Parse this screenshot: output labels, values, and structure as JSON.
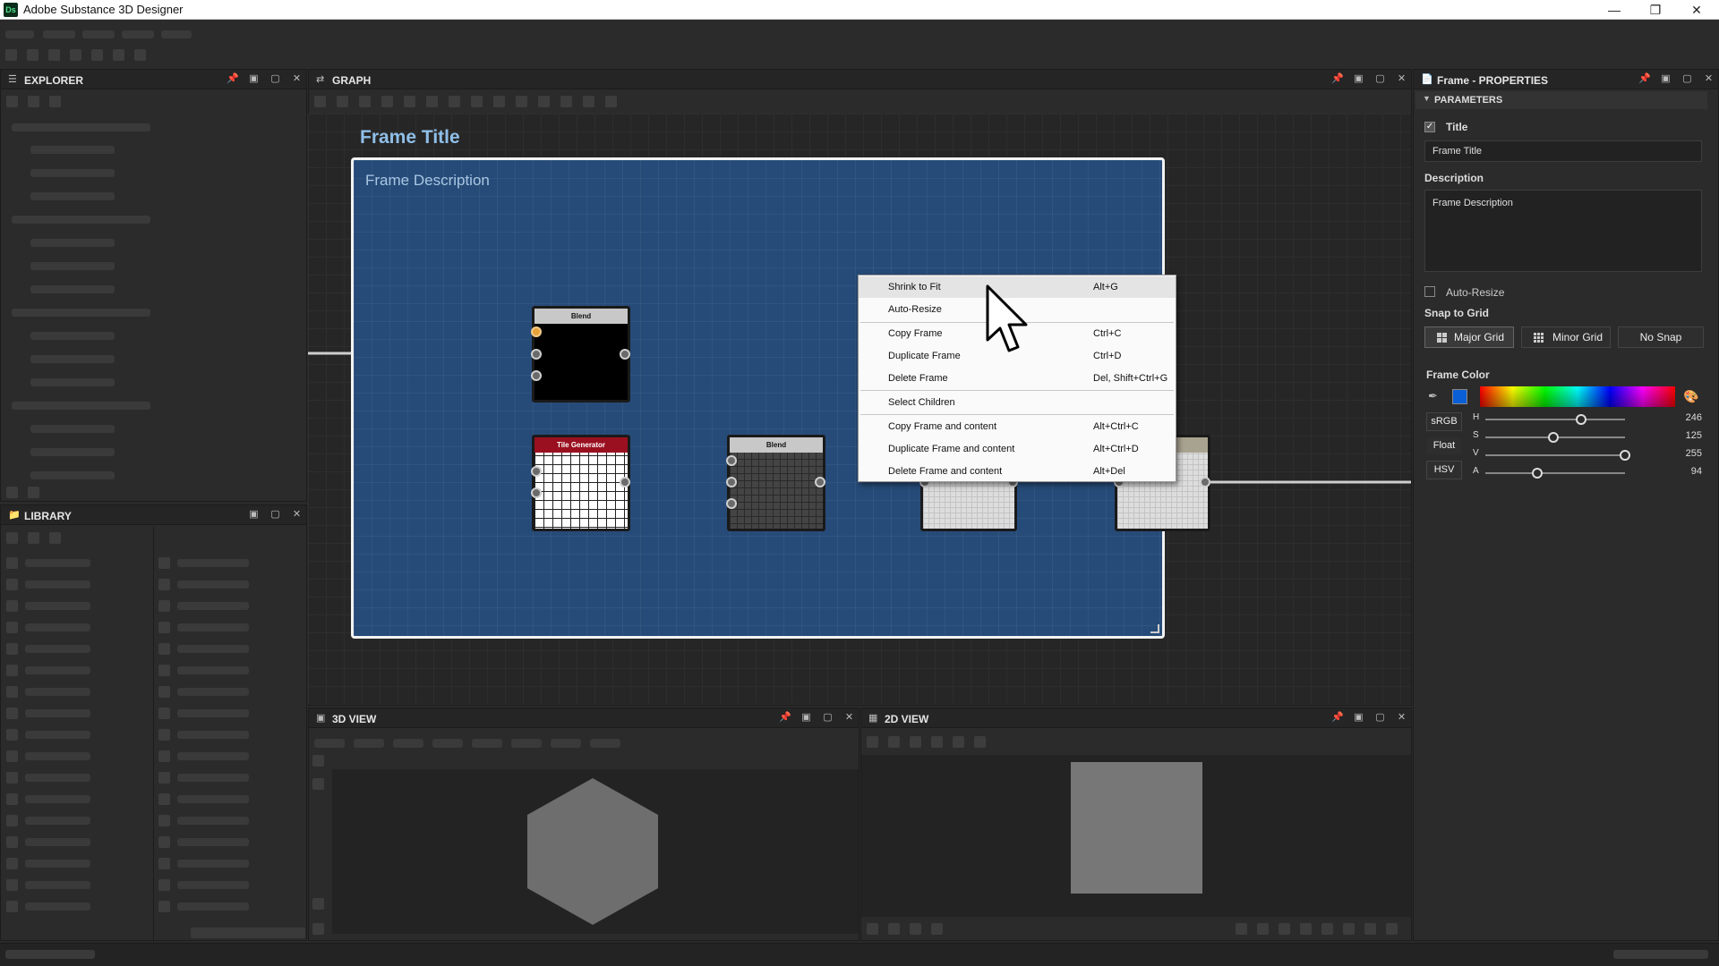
{
  "window": {
    "title": "Adobe Substance 3D Designer",
    "logo": "Ds"
  },
  "panels": {
    "explorer": "EXPLORER",
    "library": "LIBRARY",
    "graph": "GRAPH",
    "properties": "Frame - PROPERTIES",
    "view3d": "3D VIEW",
    "view2d": "2D VIEW"
  },
  "graph": {
    "frame_title": "Frame Title",
    "frame_description": "Frame Description",
    "nodes": [
      {
        "label": "Blend"
      },
      {
        "label": "Tile Generator"
      },
      {
        "label": "Blend"
      }
    ]
  },
  "context_menu": {
    "items": [
      {
        "label": "Shrink to Fit",
        "shortcut": "Alt+G"
      },
      {
        "label": "Auto-Resize",
        "shortcut": ""
      },
      {
        "label": "Copy Frame",
        "shortcut": "Ctrl+C"
      },
      {
        "label": "Duplicate Frame",
        "shortcut": "Ctrl+D"
      },
      {
        "label": "Delete Frame",
        "shortcut": "Del, Shift+Ctrl+G"
      },
      {
        "label": "Select Children",
        "shortcut": ""
      },
      {
        "label": "Copy Frame and content",
        "shortcut": "Alt+Ctrl+C"
      },
      {
        "label": "Duplicate Frame and content",
        "shortcut": "Alt+Ctrl+D"
      },
      {
        "label": "Delete Frame and content",
        "shortcut": "Alt+Del"
      }
    ]
  },
  "properties": {
    "section": "PARAMETERS",
    "title_label": "Title",
    "title_checked": true,
    "title_value": "Frame Title",
    "description_label": "Description",
    "description_value": "Frame Description",
    "auto_resize_label": "Auto-Resize",
    "auto_resize_checked": false,
    "snap_label": "Snap to Grid",
    "snap_options": [
      "Major Grid",
      "Minor Grid",
      "No Snap"
    ],
    "snap_selected": "Major Grid",
    "color_label": "Frame Color",
    "color_value": "#0a5fd6",
    "mode_buttons": [
      "sRGB",
      "Float",
      "HSV"
    ],
    "channels": [
      {
        "name": "H",
        "value": 246,
        "max": 360
      },
      {
        "name": "S",
        "value": 125,
        "max": 255
      },
      {
        "name": "V",
        "value": 255,
        "max": 255
      },
      {
        "name": "A",
        "value": 94,
        "max": 255
      }
    ]
  },
  "colors": {
    "frame": "#264b78",
    "accent": "#0a5fd6",
    "tile_header": "#9a1020"
  }
}
